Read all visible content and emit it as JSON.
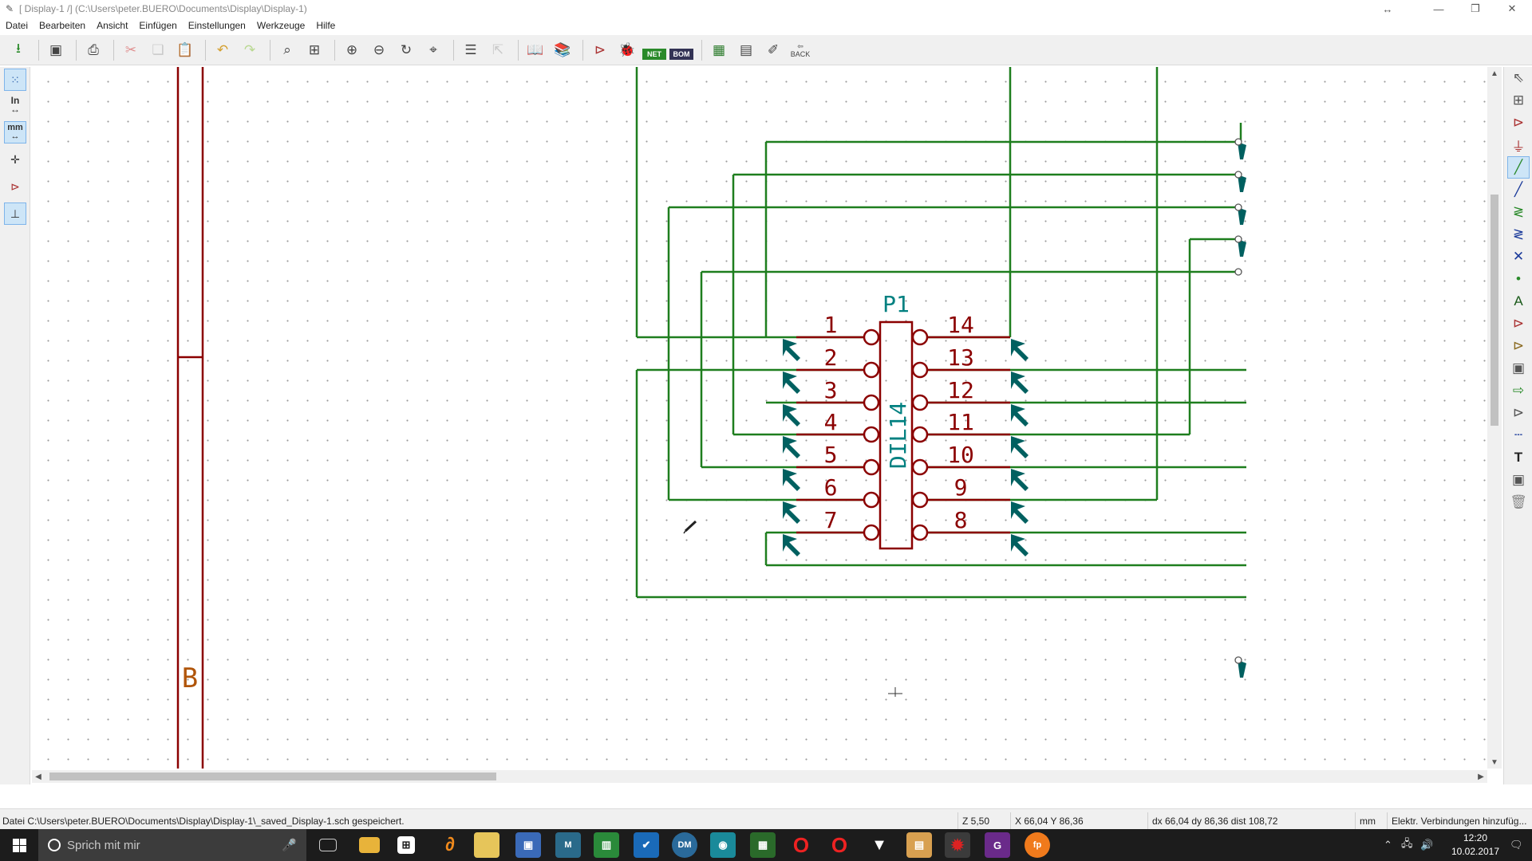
{
  "window": {
    "title": "[ Display-1 /] (C:\\Users\\peter.BUERO\\Documents\\Display\\Display-1)",
    "app_icon": "kicad-eeschema-icon"
  },
  "menu": [
    {
      "label": "Datei"
    },
    {
      "label": "Bearbeiten"
    },
    {
      "label": "Ansicht"
    },
    {
      "label": "Einfügen"
    },
    {
      "label": "Einstellungen"
    },
    {
      "label": "Werkzeuge"
    },
    {
      "label": "Hilfe"
    }
  ],
  "toolbar": {
    "back_label": "BACK",
    "net_label": "NET",
    "bom_label": "BOM"
  },
  "left_toolbar": {
    "units_in": "In",
    "units_mm": "mm"
  },
  "schematic": {
    "colors": {
      "wire": "#1e7e1e",
      "pin": "#8b0000",
      "reference": "#008080",
      "label": "#006060"
    },
    "component": {
      "reference": "P1",
      "value": "DIL14",
      "pins_left": [
        "1",
        "2",
        "3",
        "4",
        "5",
        "6",
        "7"
      ],
      "pins_right": [
        "14",
        "13",
        "12",
        "11",
        "10",
        "9",
        "8"
      ]
    },
    "sheet_label": "B"
  },
  "status": {
    "message": "Datei C:\\Users\\peter.BUERO\\Documents\\Display\\Display-1\\_saved_Display-1.sch gespeichert.",
    "zoom": "Z 5,50",
    "coords": "X 66,04  Y 86,36",
    "delta": "dx 66,04  dy 86,36  dist 108,72",
    "units": "mm",
    "mode": "Elektr. Verbindungen hinzufüg..."
  },
  "taskbar": {
    "search_placeholder": "Sprich mit mir",
    "time": "12:20",
    "date": "10.02.2017"
  }
}
